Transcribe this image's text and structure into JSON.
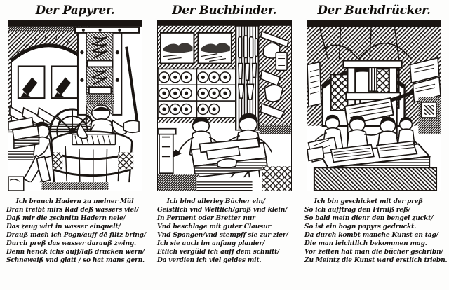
{
  "document": {
    "kind": "woodcut-plate",
    "ink_color": "#141110",
    "paper_color": "#fdfdfc"
  },
  "panels": [
    {
      "id": "papermaker",
      "title": "Der Papyrer.",
      "scene_caption": "papermaker-workshop-woodcut",
      "verse": [
        "Ich brauch Hadern zu meiner Mül",
        "Dran treibt mirs Rad deß wassers viel/",
        "Daß mir die zschnitn Hadern nele/",
        "Das zeug wirt in wasser einquelt/",
        "Drauß mach ich Pogn/auff dē filtz bring/",
        "Durch preß das wasser darauß zwing.",
        "Denn henck ichs auff/laß drucken wern/",
        "Schneweiß vnd glatt / so hat mans gern."
      ]
    },
    {
      "id": "bookbinder",
      "title": "Der Buchbinder.",
      "scene_caption": "bookbinder-workshop-woodcut",
      "verse": [
        "Ich bind allerley Bücher ein/",
        "Geistlich vnd Weltlich/groß vnd klein/",
        "In Perment oder Bretter nur",
        "Vnd beschlage mit guter Clausur",
        "Vnd Spangen/vnd stempff sie zur zier/",
        "Ich sie auch im anfang planier/",
        "Etlich vergüld ich auff dem schnitt/",
        "Da verdien ich viel geldes mit."
      ]
    },
    {
      "id": "printer",
      "title": "Der Buchdrücker.",
      "scene_caption": "printing-press-workshop-woodcut",
      "verse": [
        "Ich bin geschicket mit der preß",
        "So ich aufftrag den Firniß reß/",
        "So bald mein dienr den bengel zuckt/",
        "So ist ein bogn papyrs gedruckt.",
        "Da durch kombt manche Kunst an tag/",
        "Die man leichtlich bekommen mag.",
        "Vor zeiten hat man die bücher gschribn/",
        "Zu Meintz die Kunst ward erstlich triebn."
      ]
    }
  ]
}
